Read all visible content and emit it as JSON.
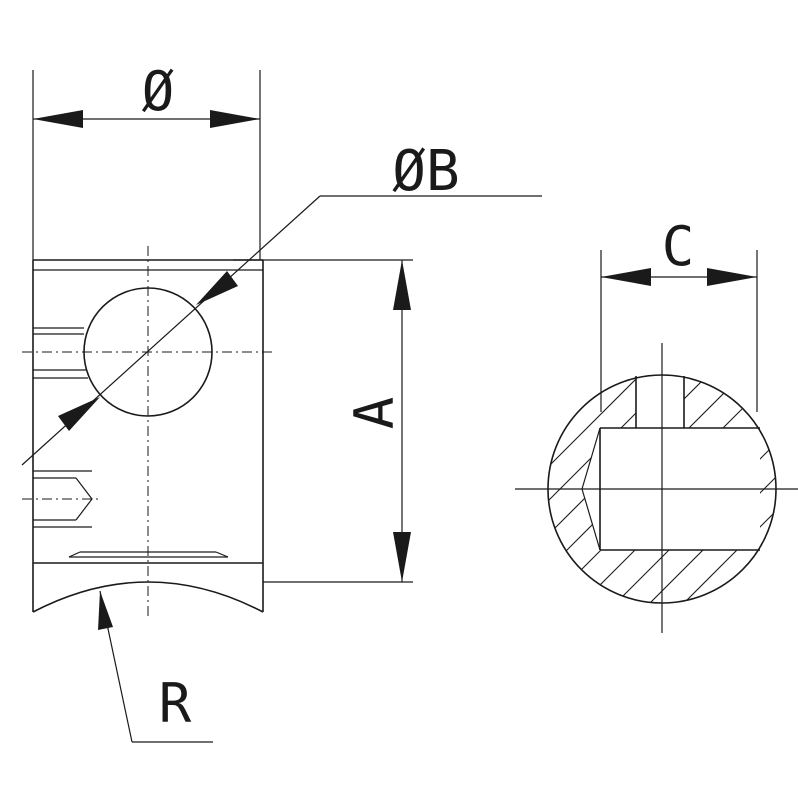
{
  "dimensions": {
    "outer_diameter": "Ø",
    "hole_diameter": "ØB",
    "height": "A",
    "slot_width": "C",
    "radius": "R"
  },
  "colors": {
    "line": "#1a1a1a",
    "background": "#ffffff"
  }
}
